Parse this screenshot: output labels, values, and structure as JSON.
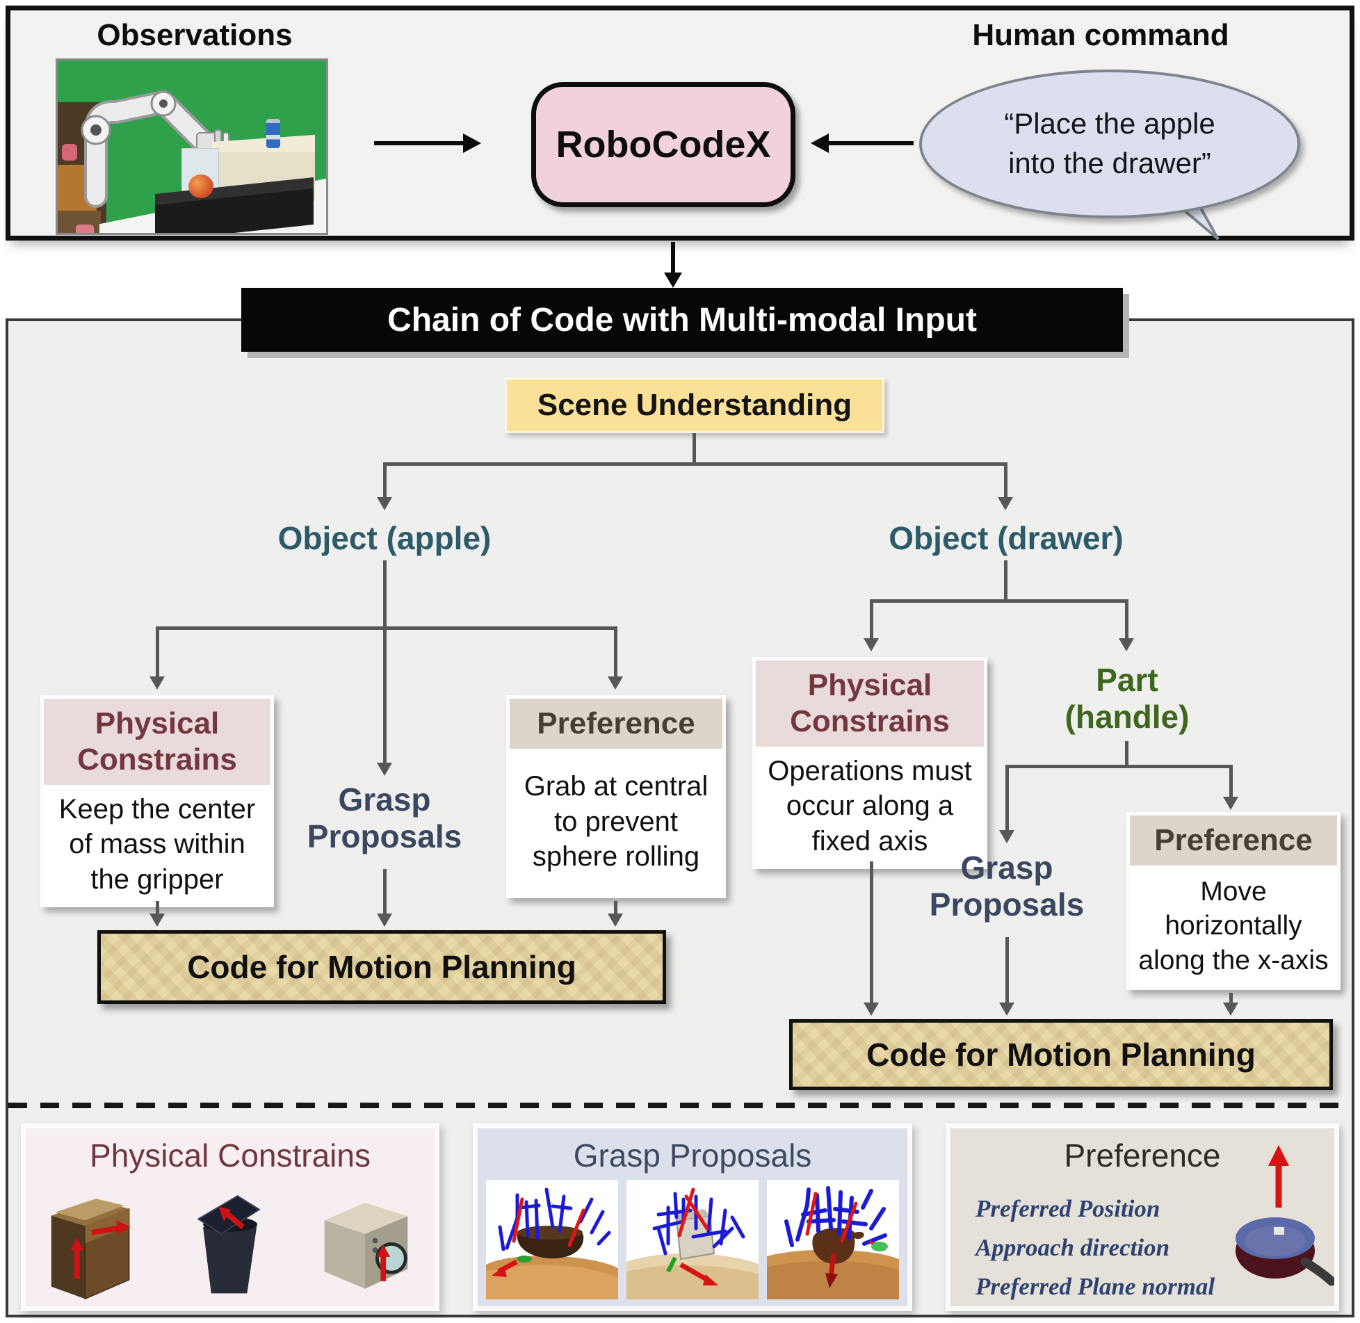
{
  "figure": {
    "top": {
      "observations_label": "Observations",
      "human_command_label": "Human command",
      "model_name": "RoboCodeX",
      "speech": {
        "line1": "“Place the apple",
        "line2": "into the drawer”"
      }
    },
    "banner_title": "Chain of Code with Multi-modal Input",
    "scene_understanding": "Scene Understanding",
    "apple_branch": {
      "object_label": "Object (apple)",
      "physical_constrains": {
        "title": "Physical Constrains",
        "body": "Keep the center of mass within the gripper"
      },
      "grasp_proposals": "Grasp Proposals",
      "preference": {
        "title": "Preference",
        "body": "Grab at central to prevent sphere rolling"
      },
      "code_box": "Code for Motion Planning"
    },
    "drawer_branch": {
      "object_label": "Object (drawer)",
      "physical_constrains": {
        "title": "Physical Constrains",
        "body": "Operations must occur along a fixed axis"
      },
      "part_label": "Part (handle)",
      "grasp_proposals": "Grasp Proposals",
      "preference": {
        "title": "Preference",
        "body": "Move horizontally along the x-axis"
      },
      "code_box": "Code for Motion Planning"
    },
    "legend": {
      "physical_constrains_title": "Physical Constrains",
      "grasp_proposals_title": "Grasp Proposals",
      "preference_title": "Preference",
      "preference_items": [
        "Preferred Position",
        "Approach direction",
        "Preferred Plane normal"
      ]
    },
    "icons": {
      "observation_photo": "robot-arm-greenscreen-scene",
      "speech_bubble": "ellipse-callout",
      "flow_arrow_right": "black-right-arrow",
      "flow_arrow_left": "black-left-arrow",
      "flow_arrow_down": "black-down-arrow",
      "tree_arrow": "gray-down-arrow",
      "legend_images": [
        "drawer-cabinet-red-arrows",
        "trash-bin-open-lid-red-arrow",
        "appliance-box-magnifier-red-arrow",
        "grasp-pointcloud-bowl",
        "grasp-pointcloud-box",
        "grasp-pointcloud-mug",
        "pan-with-normal-red-arrow"
      ]
    },
    "colors": {
      "banner_bg": "#070707",
      "scene_bg": "#fbe197",
      "object_teal": "#2d5a69",
      "maroon": "#74373f",
      "part_green": "#3e661e",
      "navy": "#3a4760",
      "code_tan": "#e9d8a8",
      "robocodex_pink": "#f1d2dc",
      "bubble_blue": "#dce0ee",
      "arrow_gray": "#575757",
      "red_arrow": "#d11313"
    }
  }
}
